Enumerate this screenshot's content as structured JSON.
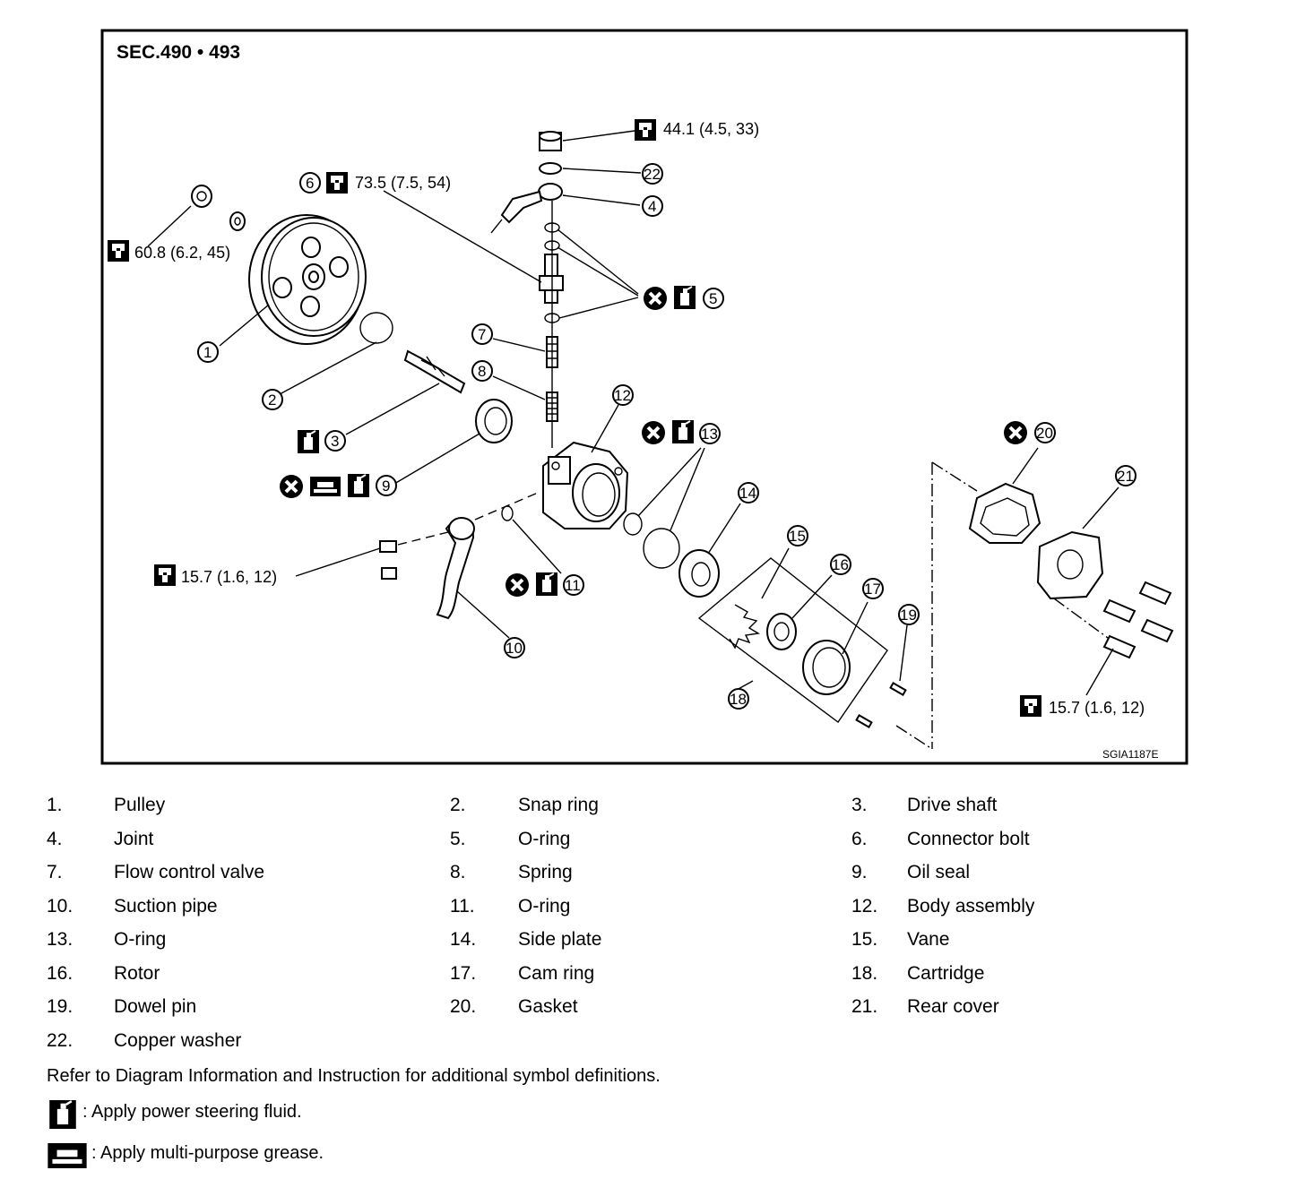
{
  "diagram": {
    "section": "SEC.490 • 493",
    "code": "SGIA1187E",
    "torques": {
      "t44": "44.1 (4.5, 33)",
      "t73": "73.5 (7.5, 54)",
      "t60": "60.8 (6.2, 45)",
      "t157a": "15.7 (1.6, 12)",
      "t157b": "15.7 (1.6, 12)"
    },
    "callouts": [
      "1",
      "2",
      "3",
      "4",
      "5",
      "6",
      "7",
      "8",
      "9",
      "10",
      "11",
      "12",
      "13",
      "14",
      "15",
      "16",
      "17",
      "18",
      "19",
      "20",
      "21",
      "22"
    ]
  },
  "parts": [
    {
      "num": "1.",
      "name": "Pulley"
    },
    {
      "num": "2.",
      "name": "Snap ring"
    },
    {
      "num": "3.",
      "name": "Drive shaft"
    },
    {
      "num": "4.",
      "name": "Joint"
    },
    {
      "num": "5.",
      "name": "O-ring"
    },
    {
      "num": "6.",
      "name": "Connector bolt"
    },
    {
      "num": "7.",
      "name": "Flow control valve"
    },
    {
      "num": "8.",
      "name": "Spring"
    },
    {
      "num": "9.",
      "name": "Oil seal"
    },
    {
      "num": "10.",
      "name": "Suction pipe"
    },
    {
      "num": "11.",
      "name": "O-ring"
    },
    {
      "num": "12.",
      "name": "Body assembly"
    },
    {
      "num": "13.",
      "name": "O-ring"
    },
    {
      "num": "14.",
      "name": "Side plate"
    },
    {
      "num": "15.",
      "name": "Vane"
    },
    {
      "num": "16.",
      "name": "Rotor"
    },
    {
      "num": "17.",
      "name": "Cam ring"
    },
    {
      "num": "18.",
      "name": "Cartridge"
    },
    {
      "num": "19.",
      "name": "Dowel pin"
    },
    {
      "num": "20.",
      "name": "Gasket"
    },
    {
      "num": "21.",
      "name": "Rear cover"
    },
    {
      "num": "22.",
      "name": "Copper washer"
    }
  ],
  "notes": {
    "refer": "Refer to Diagram Information and Instruction for additional symbol definitions.",
    "fluid": ": Apply power steering fluid.",
    "grease": ": Apply multi-purpose grease."
  }
}
